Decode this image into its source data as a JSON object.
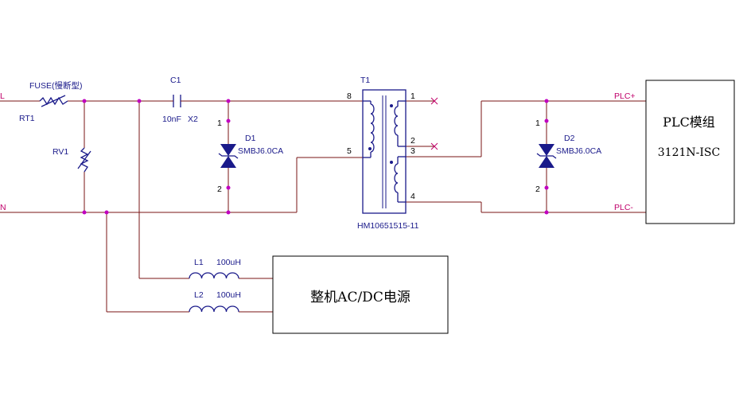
{
  "nets": {
    "line": "L",
    "neutral": "N",
    "plc_plus": "PLC+",
    "plc_minus": "PLC-"
  },
  "fuse": {
    "label": "FUSE(慢断型)",
    "ref": "RT1"
  },
  "varistor": {
    "ref": "RV1"
  },
  "capacitor": {
    "ref": "C1",
    "value": "10nF",
    "rating": "X2"
  },
  "diode1": {
    "ref": "D1",
    "part": "SMBJ6.0CA",
    "pin1": "1",
    "pin2": "2"
  },
  "diode2": {
    "ref": "D2",
    "part": "SMBJ6.0CA",
    "pin1": "1",
    "pin2": "2"
  },
  "transformer": {
    "ref": "T1",
    "part": "HM10651515-11",
    "pins": {
      "p8": "8",
      "p5": "5",
      "p1": "1",
      "p2": "2",
      "p3": "3",
      "p4": "4"
    }
  },
  "inductor1": {
    "ref": "L1",
    "value": "100uH"
  },
  "inductor2": {
    "ref": "L2",
    "value": "100uH"
  },
  "psu_box": {
    "label": "整机AC/DC电源"
  },
  "plc_box": {
    "line1": "PLC模组",
    "line2": "3121N-ISC"
  },
  "colors": {
    "wire": "#7a1414",
    "component": "#1a1a8a",
    "junction": "#c000c0",
    "net_label": "#c0006a"
  }
}
